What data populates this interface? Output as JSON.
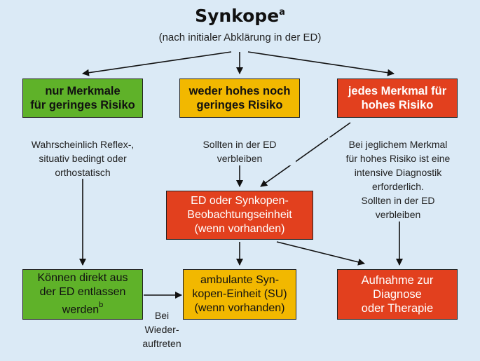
{
  "title": {
    "main": "Synkope",
    "sup": "a",
    "subtitle": "(nach initialer Abklärung in der ED)"
  },
  "boxes": {
    "low_risk": {
      "line1": "nur Merkmale",
      "line2": "für geringes Risiko"
    },
    "neither": {
      "line1": "weder hohes noch",
      "line2": "geringes Risiko"
    },
    "high_risk": {
      "line1": "jedes Merkmal für",
      "line2": "hohes Risiko"
    },
    "observation_unit": {
      "line1": "ED oder Synkopen-",
      "line2": "Beobachtungseinheit",
      "line3": "(wenn vorhanden)"
    },
    "discharge": {
      "line1": "Können direkt aus",
      "line2": "der ED entlassen",
      "line3": "werden",
      "sup": "b"
    },
    "ambulant": {
      "line1": "ambulante Syn-",
      "line2": "kopen-Einheit (SU)",
      "line3": "(wenn vorhanden)"
    },
    "admission": {
      "line1": "Aufnahme zur",
      "line2": "Diagnose",
      "line3": "oder Therapie"
    }
  },
  "notes": {
    "left": [
      "Wahrscheinlich Reflex-,",
      "situativ bedingt oder",
      "orthostatisch"
    ],
    "middle": [
      "Sollten in der ED",
      "verbleiben"
    ],
    "right": [
      "Bei jeglichem Merkmal",
      "für hohes Risiko ist eine",
      "intensive Diagnostik",
      "erforderlich.",
      "Sollten in der ED",
      "verbleiben"
    ],
    "recurrence": [
      "Bei",
      "Wieder-",
      "auftreten"
    ]
  },
  "colors": {
    "background": "#dbeaf6",
    "green": "#5fb229",
    "yellow": "#f2b800",
    "red": "#e2401e"
  }
}
